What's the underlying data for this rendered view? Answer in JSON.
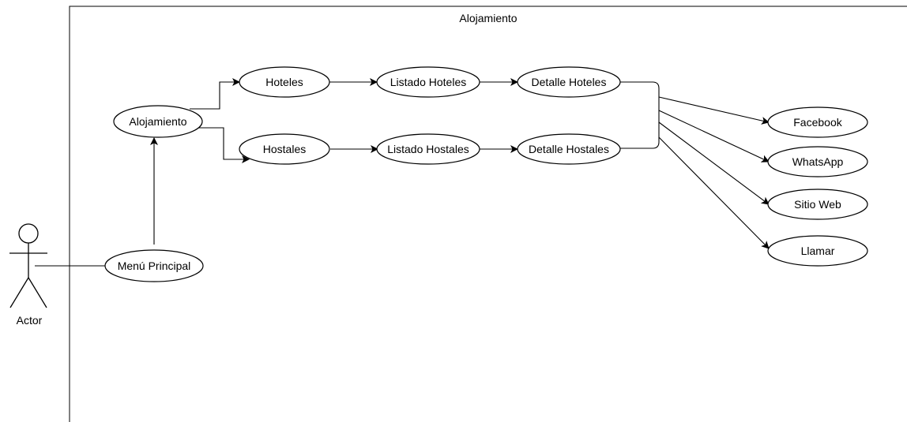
{
  "system": {
    "title": "Alojamiento"
  },
  "actor": {
    "label": "Actor"
  },
  "use_cases": {
    "menu_principal": "Menú Principal",
    "alojamiento": "Alojamiento",
    "hoteles": "Hoteles",
    "hostales": "Hostales",
    "listado_hoteles": "Listado Hoteles",
    "listado_hostales": "Listado Hostales",
    "detalle_hoteles": "Detalle Hoteles",
    "detalle_hostales": "Detalle Hostales",
    "facebook": "Facebook",
    "whatsapp": "WhatsApp",
    "sitio_web": "Sitio Web",
    "llamar": "Llamar"
  }
}
